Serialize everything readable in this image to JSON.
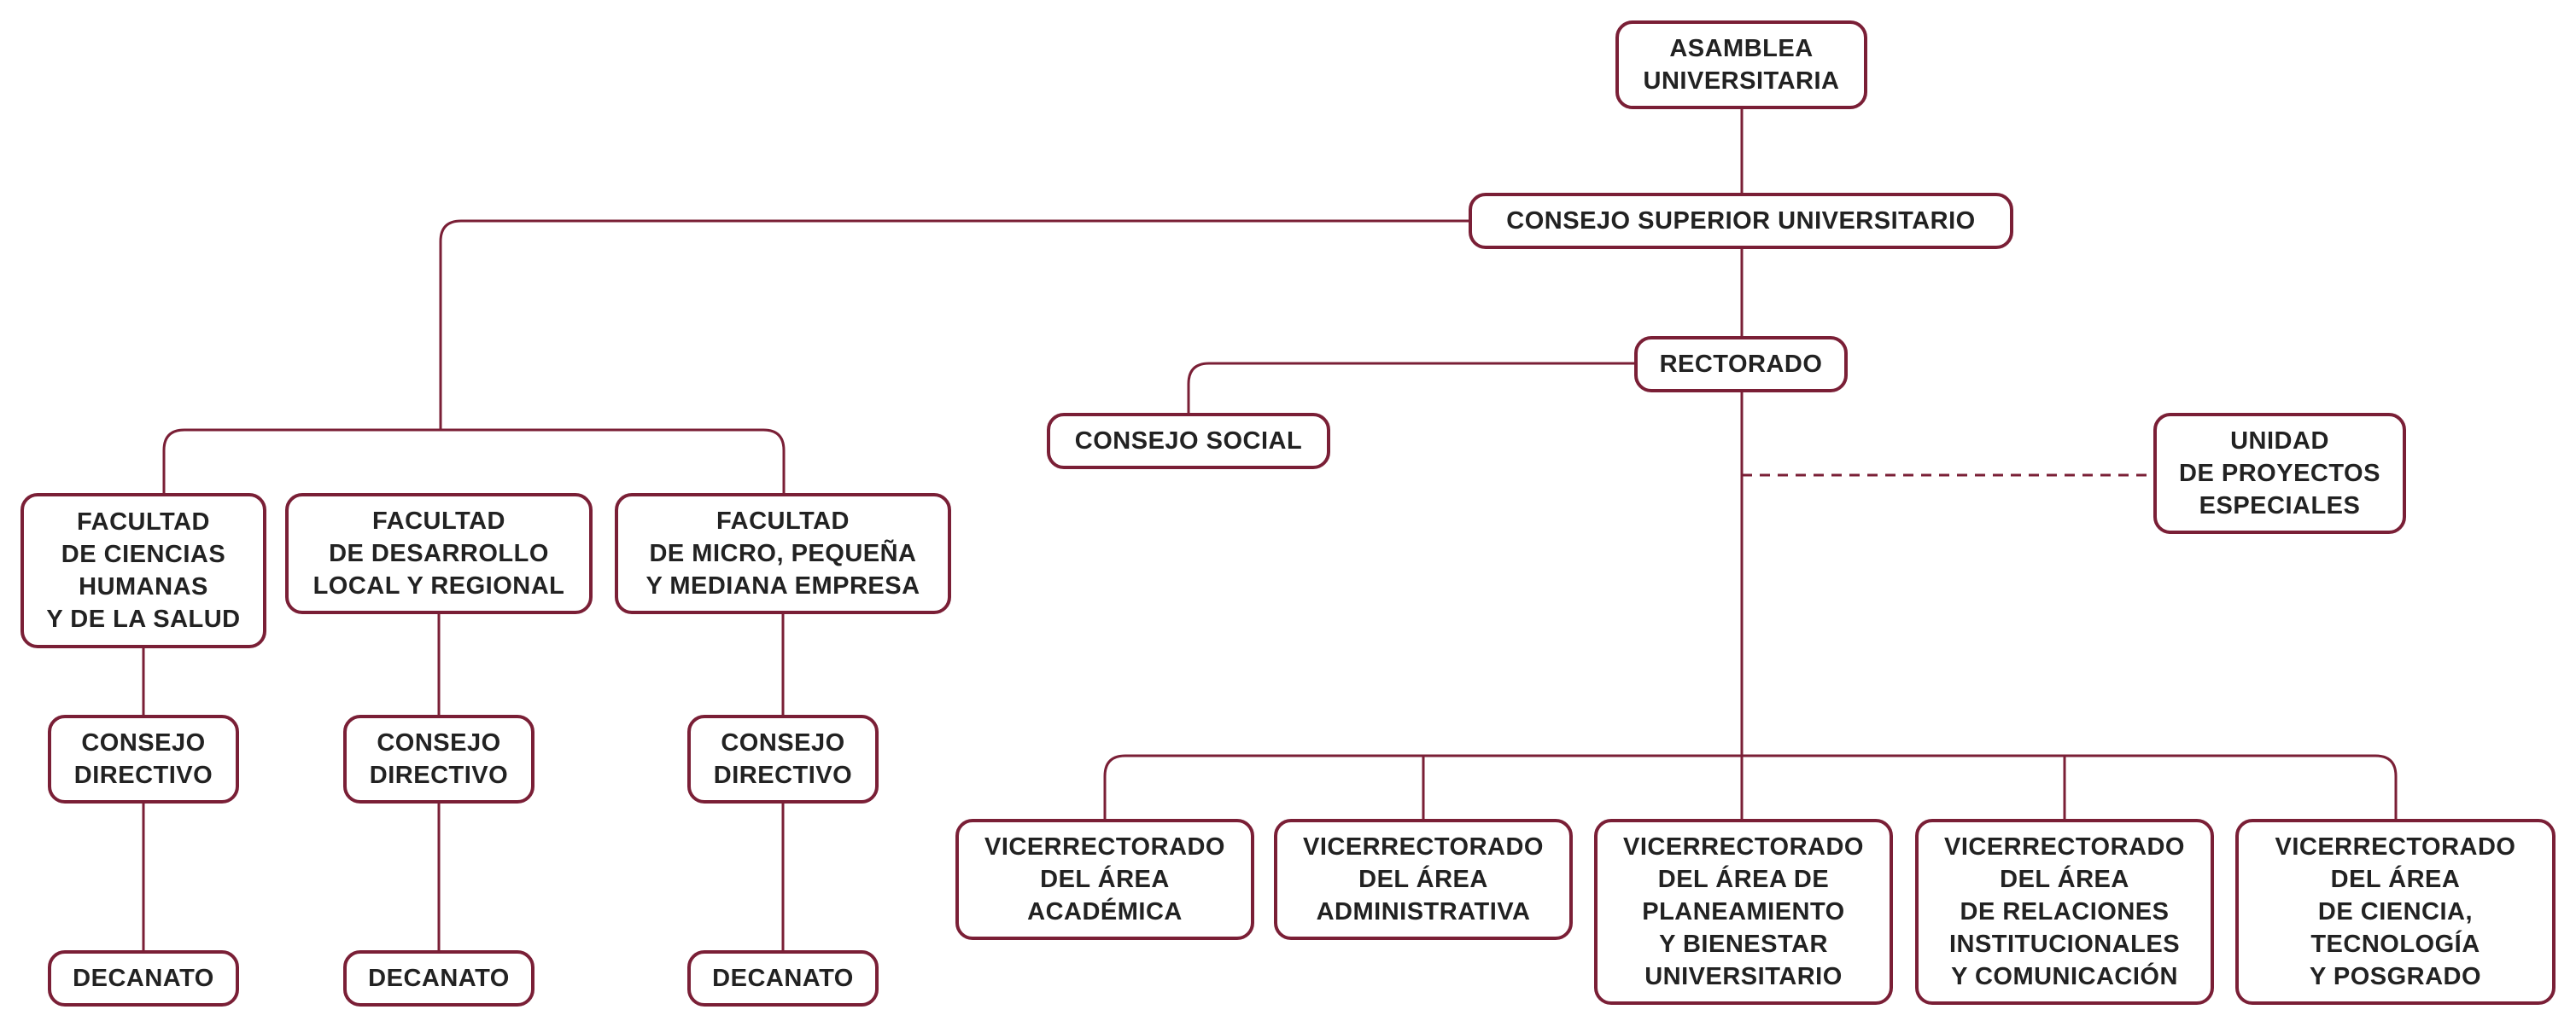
{
  "colors": {
    "line": "#7a1f36",
    "text": "#222222",
    "background": "#ffffff"
  },
  "nodes": {
    "asamblea": "ASAMBLEA\nUNIVERSITARIA",
    "consejo_superior": "CONSEJO SUPERIOR UNIVERSITARIO",
    "rectorado": "RECTORADO",
    "consejo_social": "CONSEJO SOCIAL",
    "unidad_proyectos": "UNIDAD\nDE PROYECTOS\nESPECIALES",
    "facultades": [
      {
        "name": "FACULTAD\nDE CIENCIAS\nHUMANAS\nY DE LA SALUD",
        "consejo": "CONSEJO\nDIRECTIVO",
        "decanato": "DECANATO"
      },
      {
        "name": "FACULTAD\nDE DESARROLLO\nLOCAL Y REGIONAL",
        "consejo": "CONSEJO\nDIRECTIVO",
        "decanato": "DECANATO"
      },
      {
        "name": "FACULTAD\nDE MICRO, PEQUEÑA\nY MEDIANA EMPRESA",
        "consejo": "CONSEJO\nDIRECTIVO",
        "decanato": "DECANATO"
      }
    ],
    "vicerrectorados": [
      "VICERRECTORADO\nDEL ÁREA\nACADÉMICA",
      "VICERRECTORADO\nDEL ÁREA\nADMINISTRATIVA",
      "VICERRECTORADO\nDEL ÁREA DE\nPLANEAMIENTO\nY BIENESTAR\nUNIVERSITARIO",
      "VICERRECTORADO\nDEL ÁREA\nDE RELACIONES\nINSTITUCIONALES\nY COMUNICACIÓN",
      "VICERRECTORADO\nDEL ÁREA\nDE CIENCIA,\nTECNOLOGÍA\nY POSGRADO"
    ]
  }
}
